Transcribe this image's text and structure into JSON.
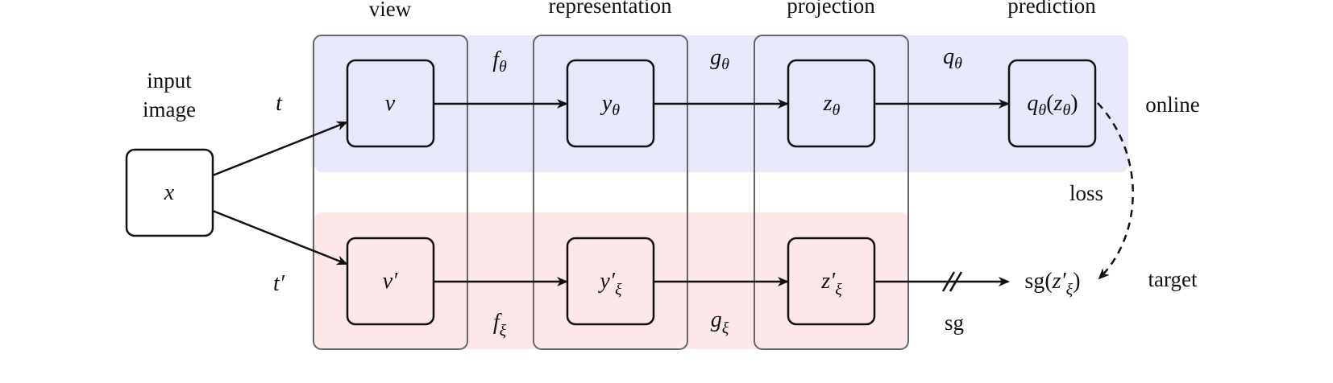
{
  "columns": {
    "view": "view",
    "representation": "representation",
    "projection": "projection",
    "prediction": "prediction"
  },
  "input": {
    "label_line1": "input",
    "label_line2": "image",
    "node": "x"
  },
  "branches": {
    "online": {
      "label": "online",
      "transform": "t",
      "nodes": {
        "view": {
          "main": "v",
          "sub": ""
        },
        "representation": {
          "main": "y",
          "sub": "θ"
        },
        "projection": {
          "main": "z",
          "sub": "θ"
        },
        "prediction": {
          "fn": "q",
          "fn_sub": "θ",
          "arg": "z",
          "arg_sub": "θ"
        }
      },
      "edges": {
        "f": {
          "main": "f",
          "sub": "θ"
        },
        "g": {
          "main": "g",
          "sub": "θ"
        },
        "q": {
          "main": "q",
          "sub": "θ"
        }
      },
      "colors": {
        "fill": "#e8e8fb"
      }
    },
    "target": {
      "label": "target",
      "transform": "t′",
      "nodes": {
        "view": {
          "main": "v′",
          "sub": ""
        },
        "representation": {
          "main": "y′",
          "sub": "ξ"
        },
        "projection": {
          "main": "z′",
          "sub": "ξ"
        },
        "output": {
          "fn": "sg",
          "arg": "z′",
          "arg_sub": "ξ"
        }
      },
      "edges": {
        "f": {
          "main": "f",
          "sub": "ξ"
        },
        "g": {
          "main": "g",
          "sub": "ξ"
        },
        "sg": "sg"
      },
      "colors": {
        "fill": "#fce8e8"
      }
    }
  },
  "loss": "loss",
  "colors": {
    "stroke": "#111111",
    "column_border": "#666666"
  }
}
